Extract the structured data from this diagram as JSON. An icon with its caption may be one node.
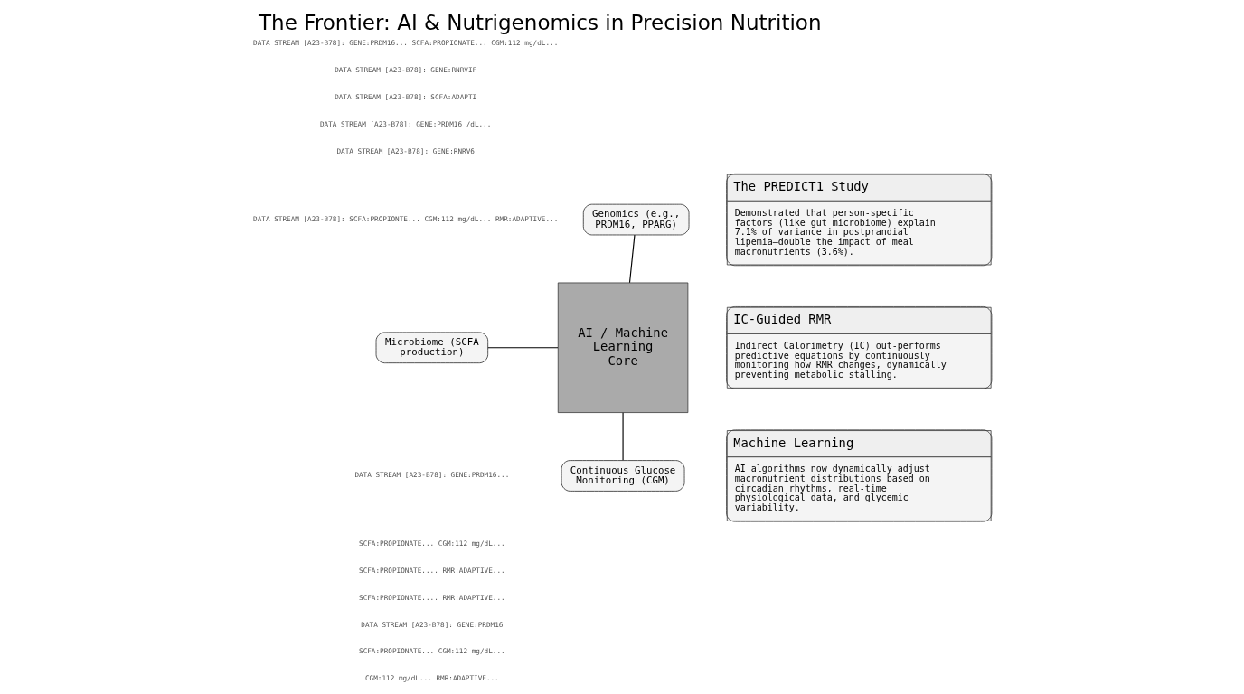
{
  "diagram": {
    "title": "The Frontier: AI & Nutrigenomics in Precision Nutrition",
    "nodes": [
      {
        "text": [
          "Genomics (e.g., PRDM16, PPARG)"
        ]
      },
      {
        "text": [
          "Microbiome (SCFA production)"
        ]
      },
      {
        "text": [
          "AI / Machine Learning Core"
        ]
      },
      {
        "text": [
          "Continuous Glucose Monitoring (CGM)"
        ]
      },
      {
        "text": [
          "The PREDICT1 Study",
          "Demonstrated that person-specific factors (like gut microbiome) explain 7.1% of variance in postprandial lipemia—double the impact of meal macronutrients (3.6%)."
        ]
      },
      {
        "text": [
          "IC-Guided RMR",
          "Indirect Calorimetry (IC) out-performs predictive equations by continuously monitoring how RMR changes, dynamically preventing metabolic stalling."
        ]
      },
      {
        "text": [
          "Machine Learning",
          "AI algorithms now dynamically adjust macronutrient distributions based on circadian rhythms, real-time physiological data, and glycemic variability."
        ]
      }
    ],
    "edges": [
      {
        "from": 0,
        "to": 2,
        "arrow": "none"
      },
      {
        "from": 1,
        "to": 2,
        "arrow": "none"
      },
      {
        "from": 2,
        "to": 3,
        "arrow": "none"
      }
    ],
    "labels": [
      "DATA STREAM [A23-B78]: GENE:PRDM16... SCFA:PROPIONATE... CGM:112 mg/dL...",
      "DATA STREAM [A23-B78]: GENE:RNRVIF",
      "DATA STREAM [A23-B78]: SCFA:ADAPTI",
      "DATA STREAM [A23-B78]: GENE:PRDM16 /dL...",
      "DATA STREAM [A23-B78]: GENE:RNRV6",
      "DATA STREAM [A23-B78]: SCFA:PROPIONTE... CGM:112 mg/dL... RMR:ADAPTIVE...",
      "DATA STREAM [A23-B78]: GENE:PRDM16...",
      "SCFA:PROPIONATE... CGM:112 mg/dL...",
      "SCFA:PROPIONATE.... RMR:ADAPTIVE...",
      "SCFA:PROPIONATE.... RMR:ADAPTIVE...",
      "DATA STREAM [A23-B78]: GENE:PRDM16",
      "SCFA:PROPIONATE... CGM:112 mg/dL...",
      "CGM:112 mg/dL... RMR:ADAPTIVE..."
    ]
  }
}
